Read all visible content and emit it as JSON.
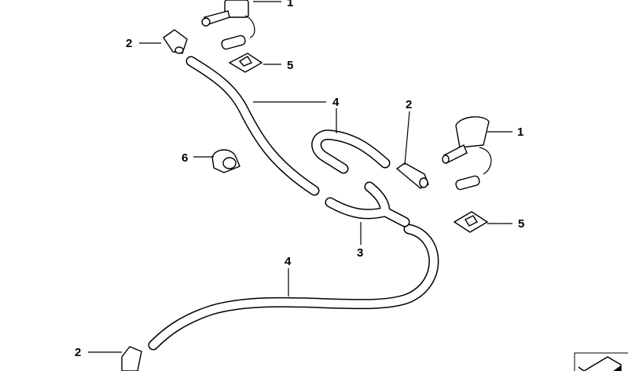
{
  "diagram": {
    "callouts": [
      {
        "id": "c1-top",
        "text": "1"
      },
      {
        "id": "c2-top",
        "text": "2"
      },
      {
        "id": "c5-top",
        "text": "5"
      },
      {
        "id": "c4-upper",
        "text": "4"
      },
      {
        "id": "c2-mid",
        "text": "2"
      },
      {
        "id": "c1-right",
        "text": "1"
      },
      {
        "id": "c6",
        "text": "6"
      },
      {
        "id": "c5-right",
        "text": "5"
      },
      {
        "id": "c3",
        "text": "3"
      },
      {
        "id": "c4-lower",
        "text": "4"
      },
      {
        "id": "c2-bottom",
        "text": "2"
      }
    ],
    "corner_icon": "part-box-icon"
  }
}
